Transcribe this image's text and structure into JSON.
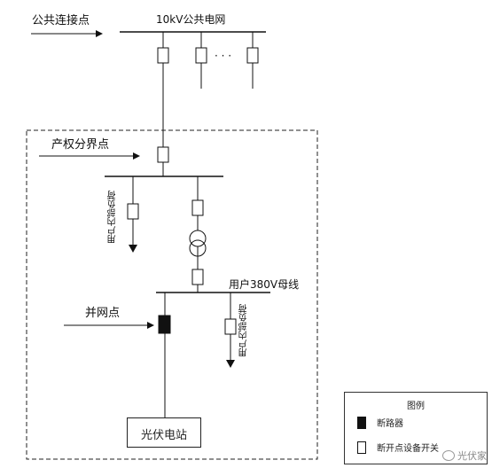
{
  "labels": {
    "public_connection_point": "公共连接点",
    "grid_10kv": "10kV公共电网",
    "dots": "· · ·",
    "property_boundary": "产权分界点",
    "user_internal_load": "用户内部负荷",
    "bus_380v": "用户380V母线",
    "grid_connection_point": "并网点",
    "pv_station": "光伏电站"
  },
  "legend": {
    "title": "图例",
    "breaker": "断路器",
    "switch": "断开点设备开关"
  },
  "watermark": "光伏家"
}
